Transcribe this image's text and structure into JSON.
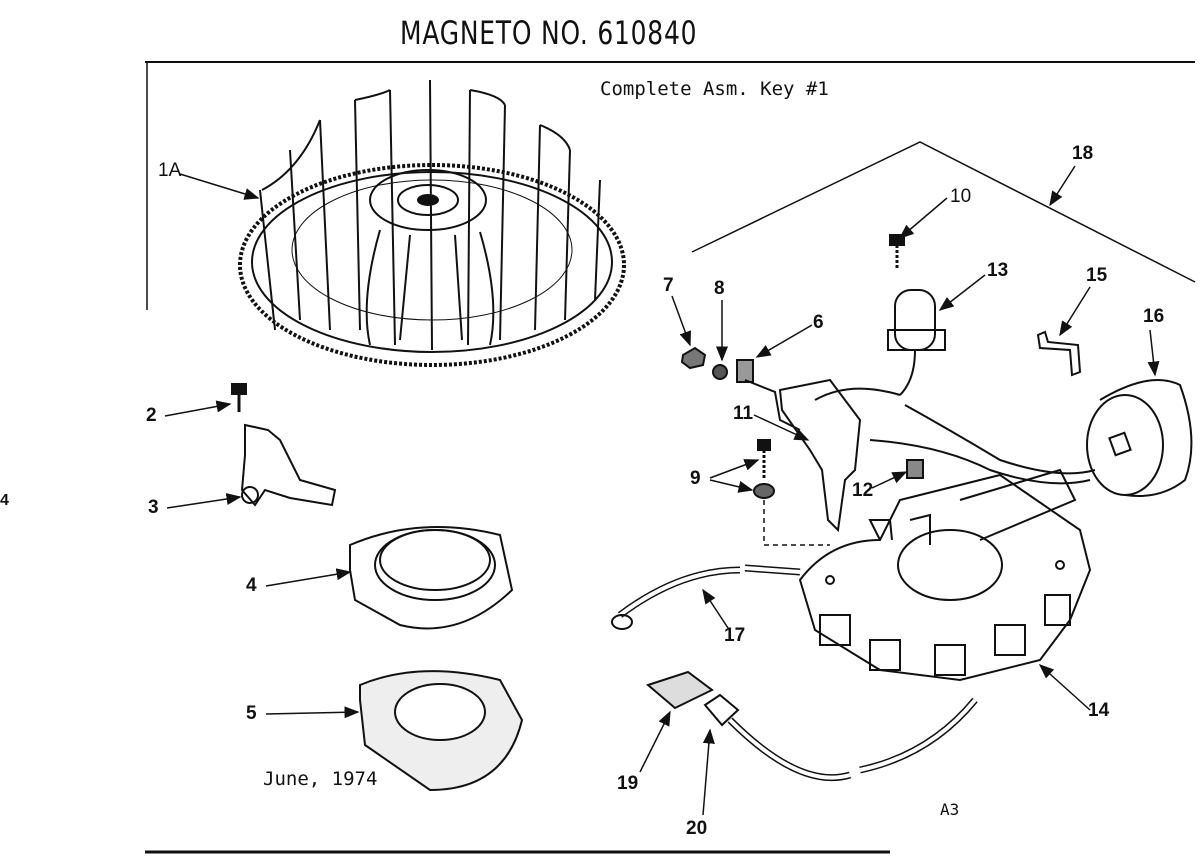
{
  "header": {
    "title": "MAGNETO NO.  610840",
    "subtitle": "Complete Asm. Key #1"
  },
  "footer": {
    "date": "June, 1974",
    "page_code": "A3"
  },
  "margin_mark": "4",
  "callouts": [
    "1A",
    "2",
    "3",
    "4",
    "5",
    "6",
    "7",
    "8",
    "9",
    "10",
    "11",
    "12",
    "13",
    "14",
    "15",
    "16",
    "17",
    "18",
    "19",
    "20"
  ]
}
